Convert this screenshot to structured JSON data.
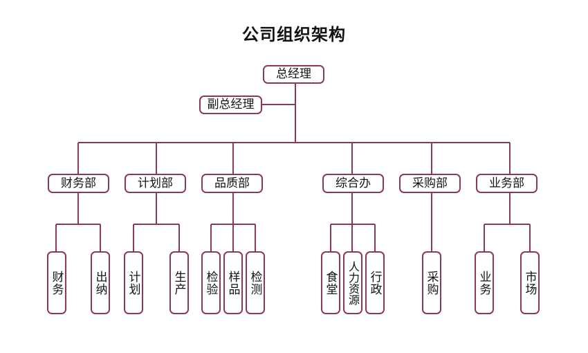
{
  "title": "公司组织架构",
  "colors": {
    "line": "#8b3a4e",
    "border": "#8b3a4e"
  },
  "top": {
    "general_manager": "总经理",
    "deputy_manager": "副总经理"
  },
  "departments": [
    "财务部",
    "计划部",
    "品质部",
    "综合办",
    "采购部",
    "业务部"
  ],
  "units": {
    "finance": [
      "财务",
      "出纳"
    ],
    "planning": [
      "计划",
      "生产"
    ],
    "quality": [
      "检验",
      "样品",
      "检测"
    ],
    "admin": [
      "食堂",
      "人力资源",
      "行政"
    ],
    "purchasing": [
      "采购"
    ],
    "business": [
      "业务",
      "市场"
    ]
  }
}
